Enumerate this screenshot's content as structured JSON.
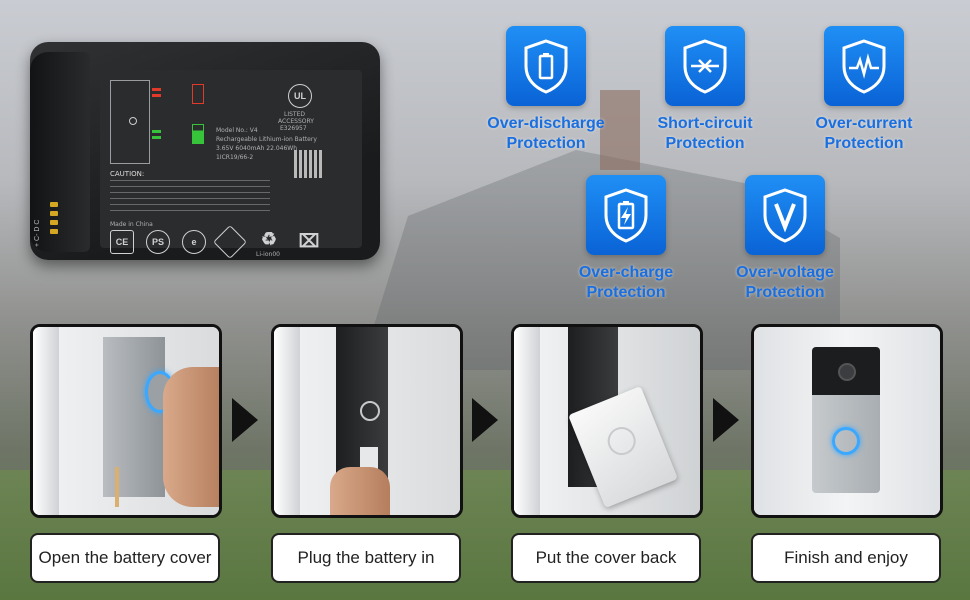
{
  "battery": {
    "model_line": "Model No.: V4",
    "desc_line": "Rechargeable Lithium-ion Battery",
    "spec_line": "3.65V 6040mAh 22.046Wh",
    "code_line": "1ICR19/66-2",
    "caution": "CAUTION:",
    "made_in": "Made in China",
    "listed": "LISTED",
    "accessory": "ACCESSORY",
    "listing_no": "E326957",
    "liion": "Li-ion00",
    "side_text": "+ C- D C"
  },
  "protections": [
    {
      "label_1": "Over-discharge",
      "label_2": "Protection",
      "icon": "battery-shield-icon"
    },
    {
      "label_1": "Short-circuit",
      "label_2": "Protection",
      "icon": "short-circuit-shield-icon"
    },
    {
      "label_1": "Over-current",
      "label_2": "Protection",
      "icon": "pulse-shield-icon"
    },
    {
      "label_1": "Over-charge",
      "label_2": "Protection",
      "icon": "bolt-battery-shield-icon"
    },
    {
      "label_1": "Over-voltage",
      "label_2": "Protection",
      "icon": "v-shield-icon"
    }
  ],
  "steps": [
    {
      "caption": "Open the battery cover"
    },
    {
      "caption": "Plug the battery in"
    },
    {
      "caption": "Put the cover back"
    },
    {
      "caption": "Finish and enjoy"
    }
  ],
  "colors": {
    "accent": "#1a6fe0",
    "tile": "#0a63d6",
    "ring": "#3aa8ff"
  }
}
